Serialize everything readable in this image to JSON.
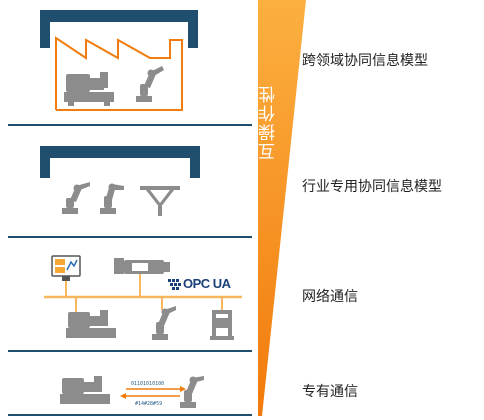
{
  "axis": {
    "label": "互操作性"
  },
  "layers": [
    {
      "label": "跨领域协同信息模型"
    },
    {
      "label": "行业专用协同信息模型"
    },
    {
      "label": "网络通信"
    },
    {
      "label": "专有通信"
    }
  ],
  "network": {
    "logo_text": "OPC UA"
  },
  "proprietary": {
    "bits_top": "01101010100",
    "bits_bottom": "#14#28#59"
  },
  "colors": {
    "accent": "#f07d0e",
    "roof": "#1f4e6e",
    "machine": "#8c8c8c"
  }
}
